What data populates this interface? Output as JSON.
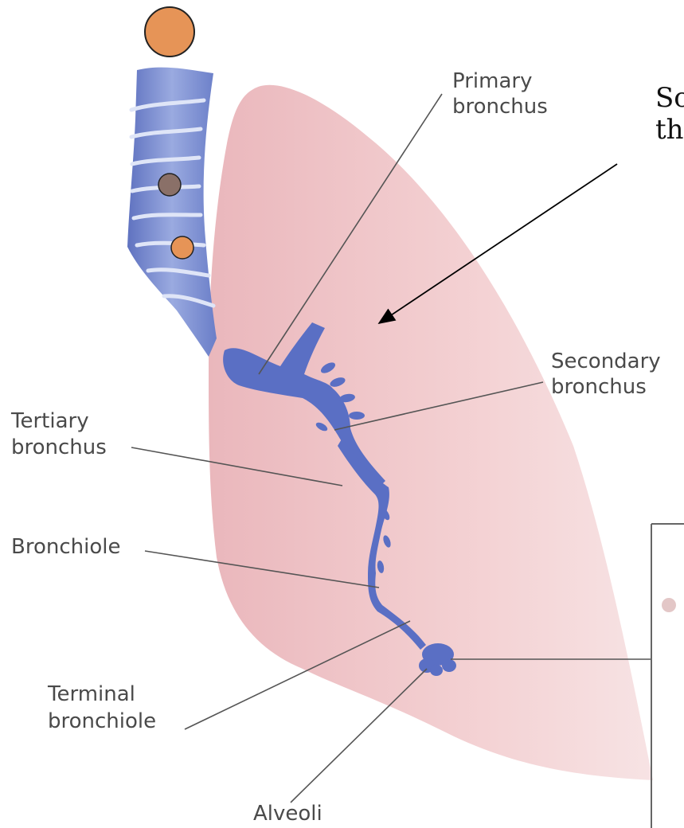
{
  "labels": {
    "primary_line1": "Primary",
    "primary_line2": "bronchus",
    "secondary_line1": "Secondary",
    "secondary_line2": "bronchus",
    "tertiary_line1": "Tertiary",
    "tertiary_line2": "bronchus",
    "bronchiole": "Bronchiole",
    "terminal_line1": "Terminal",
    "terminal_line2": "bronchiole",
    "alveoli": "Alveoli"
  },
  "annotation": {
    "line1": "So",
    "line2": "th"
  },
  "colors": {
    "lung": "#f1c9cb",
    "airway": "#5a6fc4",
    "trachea": "#7f92cf",
    "marker_orange": "#e69457",
    "marker_brown": "#8a7068"
  }
}
